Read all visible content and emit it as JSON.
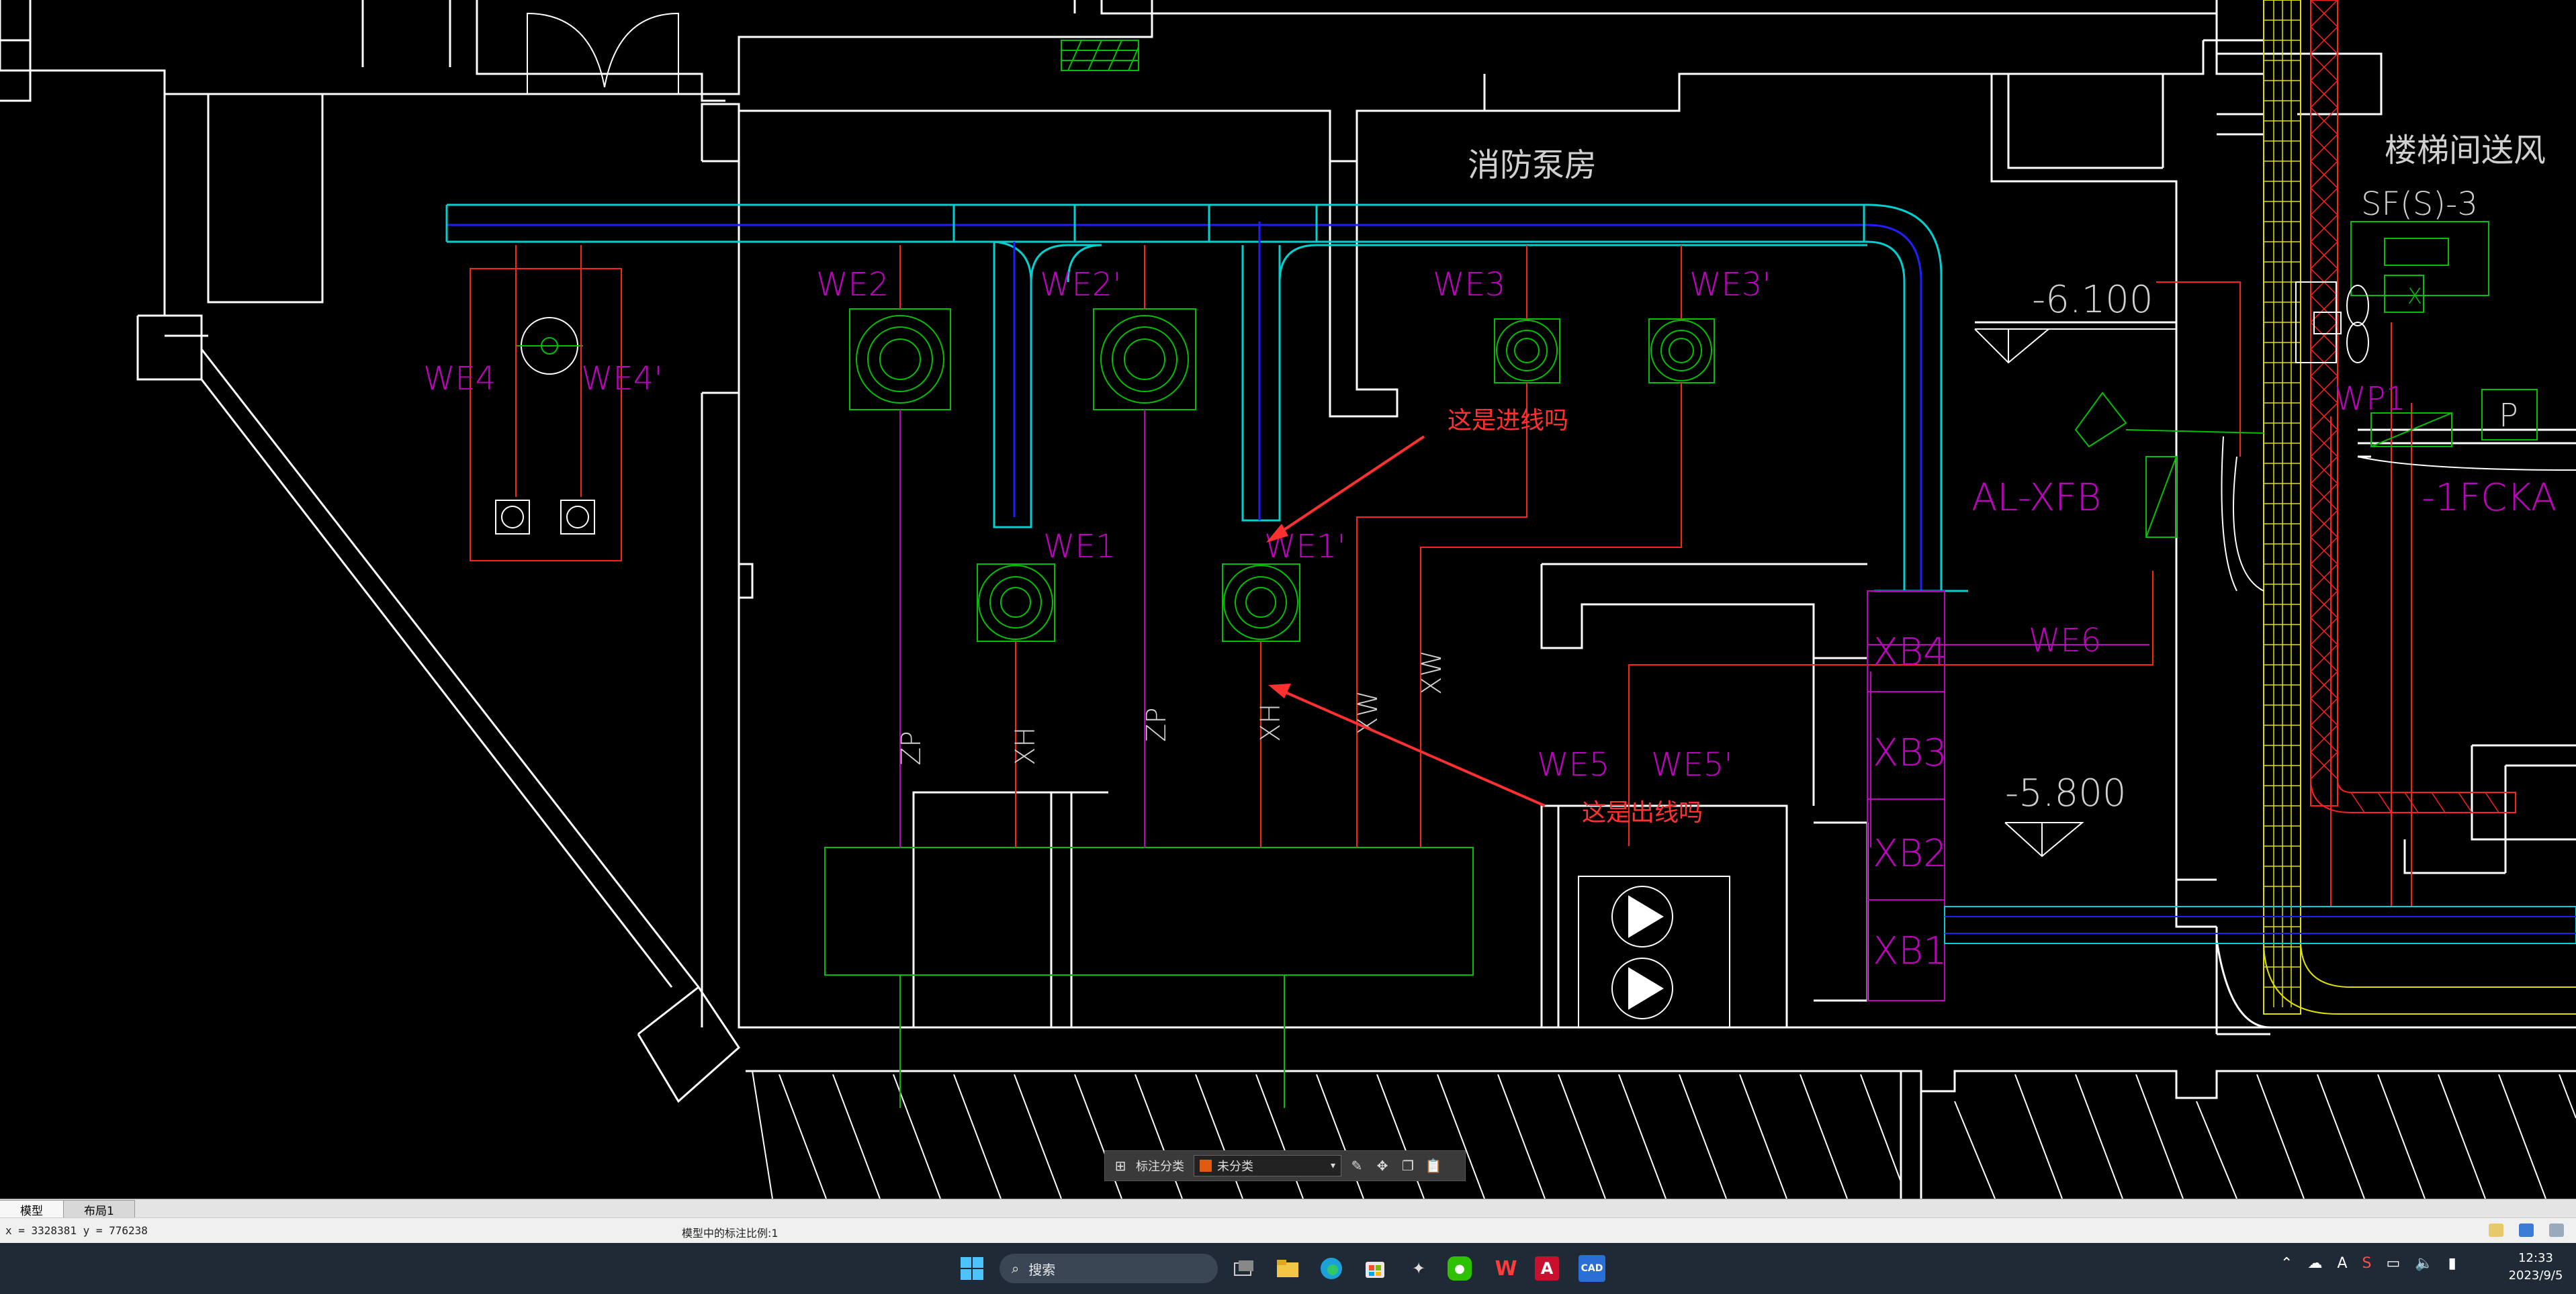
{
  "drawing": {
    "labels": {
      "pump_room": "消防泵房",
      "stair_air": "楼梯间送风",
      "sfs": "SF(S)-3",
      "we4": "WE4",
      "we4p": "WE4'",
      "we2": "WE2",
      "we2p": "WE2'",
      "we3": "WE3",
      "we3p": "WE3'",
      "we1": "WE1",
      "we1p": "WE1'",
      "we5": "WE5",
      "we5p": "WE5'",
      "we6": "WE6",
      "wp1": "WP1",
      "al_xfb": "AL-XFB",
      "fcka": "-1FCKA",
      "p": "P",
      "x": "X",
      "elev1": "-6.100",
      "elev2": "-5.800",
      "xb4": "XB4",
      "xb3": "XB3",
      "xb2": "XB2",
      "xb1": "XB1",
      "zp1": "ZP",
      "xh1": "XH",
      "zp2": "ZP",
      "xh2": "XH",
      "xw1": "XW",
      "xw2": "XW",
      "note_in": "这是进线吗",
      "note_out": "这是出线吗"
    },
    "colors": {
      "wall": "#ffffff",
      "duct": "#00d0d0",
      "duct_inner": "#2020ff",
      "magenta": "#c000c0",
      "green": "#00c000",
      "red": "#ff2020",
      "annotation": "#ff3030",
      "yellow": "#e0e000"
    }
  },
  "annotation_bar": {
    "label": "标注分类",
    "selected": "未分类",
    "swatch_color": "#e05a10",
    "icons": [
      "grid-icon",
      "edit-icon",
      "move-icon",
      "copy-icon",
      "paste-icon"
    ]
  },
  "tabs": [
    {
      "label": "模型",
      "active": true
    },
    {
      "label": "布局1",
      "active": false
    }
  ],
  "status": {
    "coords": "x = 3328381 y = 776238",
    "scale": "模型中的标注比例:1"
  },
  "taskbar": {
    "search_placeholder": "搜索",
    "apps": [
      "windows-start-icon",
      "task-view-icon",
      "file-explorer-icon",
      "edge-icon",
      "store-icon",
      "app-icon",
      "wechat-icon",
      "wps-icon",
      "autocad-icon",
      "cad-viewer-icon"
    ],
    "tray_letter": "A",
    "time": "12:33",
    "date": "2023/9/5"
  }
}
